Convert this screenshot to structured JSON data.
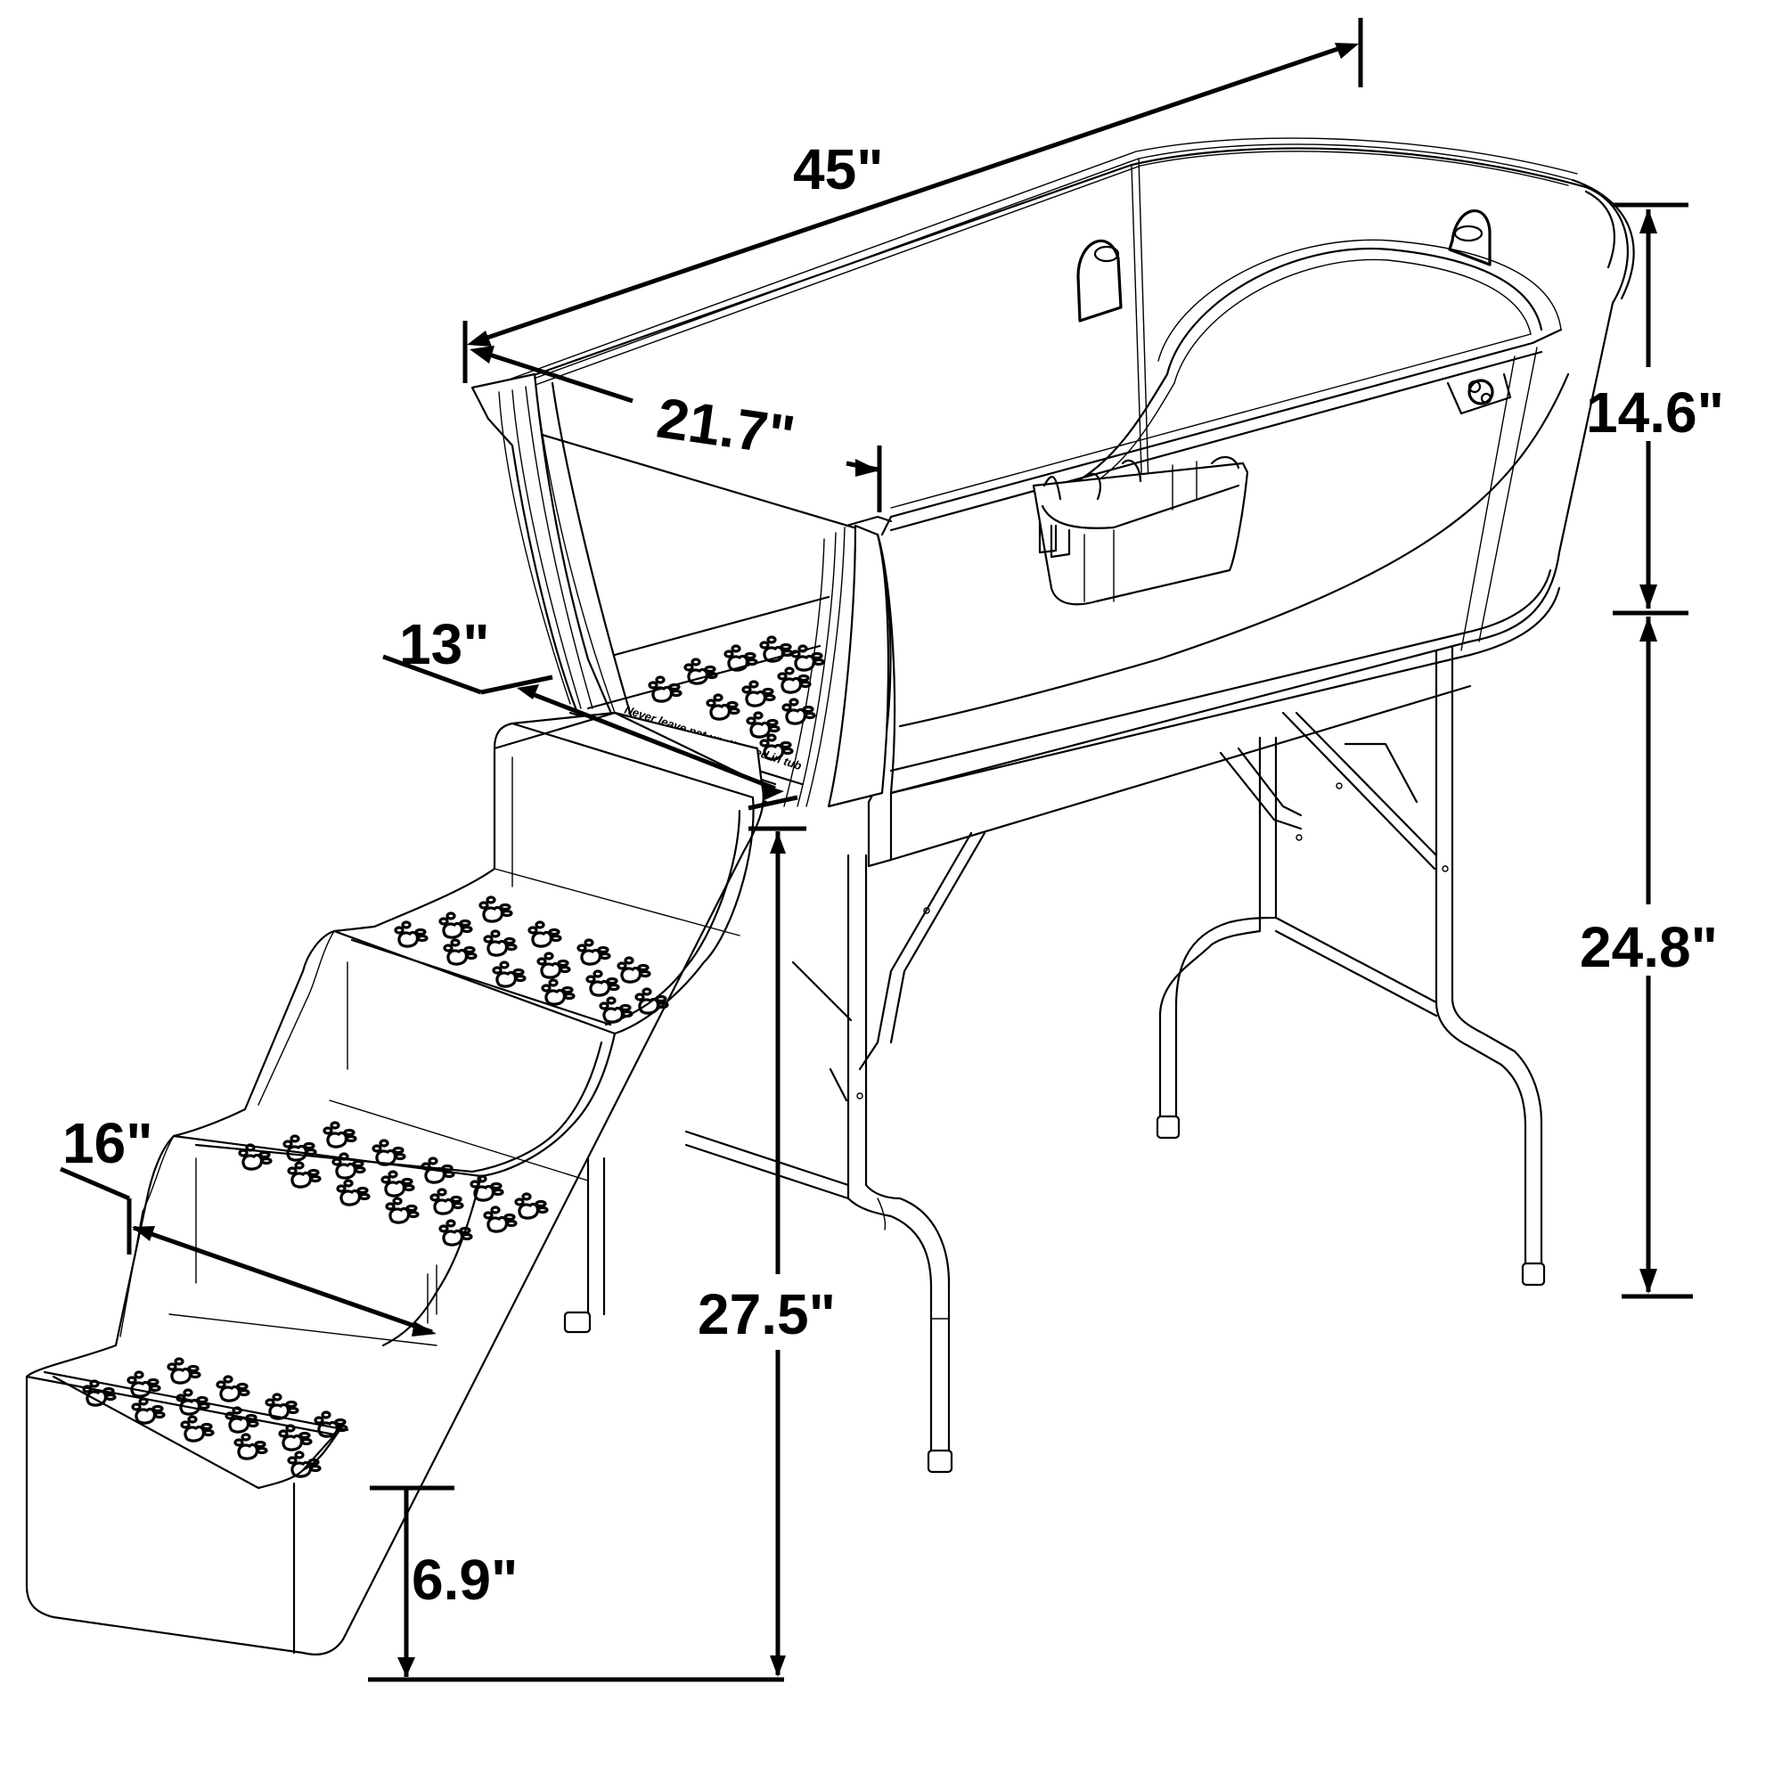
{
  "diagram": {
    "subject": "Pet grooming bathtub with attached steps and folding legs",
    "style": "black line drawing on white",
    "colors": {
      "line": "#000000",
      "background": "#ffffff"
    },
    "components": [
      {
        "id": "tub",
        "label": "Bathtub basin"
      },
      {
        "id": "steps",
        "label": "Three-step pet staircase with paw-print treads"
      },
      {
        "id": "legs",
        "label": "Folding table legs with braces"
      },
      {
        "id": "caddy",
        "label": "Hanging accessory caddy"
      },
      {
        "id": "tether-hooks",
        "label": "Tether loop hooks"
      },
      {
        "id": "drain",
        "label": "Drain plug"
      }
    ],
    "floor_decal_text": "Never leave pet unattended in tub"
  },
  "dimensions": {
    "length": {
      "label": "45\"",
      "value": 45,
      "unit": "in",
      "meaning": "overall tub length"
    },
    "inner_width": {
      "label": "21.7\"",
      "value": 21.7,
      "unit": "in",
      "meaning": "tub width"
    },
    "door_width": {
      "label": "13\"",
      "value": 13,
      "unit": "in",
      "meaning": "entry opening width"
    },
    "tub_depth": {
      "label": "14.6\"",
      "value": 14.6,
      "unit": "in",
      "meaning": "tub depth"
    },
    "leg_height": {
      "label": "24.8\"",
      "value": 24.8,
      "unit": "in",
      "meaning": "floor to tub bottom"
    },
    "entry_height": {
      "label": "27.5\"",
      "value": 27.5,
      "unit": "in",
      "meaning": "floor to entry step"
    },
    "step_width": {
      "label": "16\"",
      "value": 16,
      "unit": "in",
      "meaning": "step width"
    },
    "step_height": {
      "label": "6.9\"",
      "value": 6.9,
      "unit": "in",
      "meaning": "first step height"
    }
  }
}
